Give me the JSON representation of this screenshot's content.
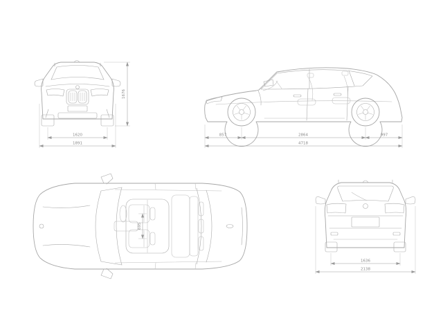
{
  "drawing": {
    "type": "vehicle-dimension-blueprint",
    "background": "#ffffff",
    "line_color": "#a6a6a6",
    "dim_color": "#9a9a9a",
    "views": {
      "front": {
        "height_mm": "1676",
        "track_mm": "1620",
        "width_mm": "1891"
      },
      "side": {
        "front_overhang_mm": "857",
        "wheelbase_mm": "2864",
        "rear_overhang_mm": "997",
        "length_mm": "4718"
      },
      "top": {
        "couple_distance_mm": "695"
      },
      "rear": {
        "track_mm": "1636",
        "mirror_width_mm": "2138"
      }
    }
  }
}
